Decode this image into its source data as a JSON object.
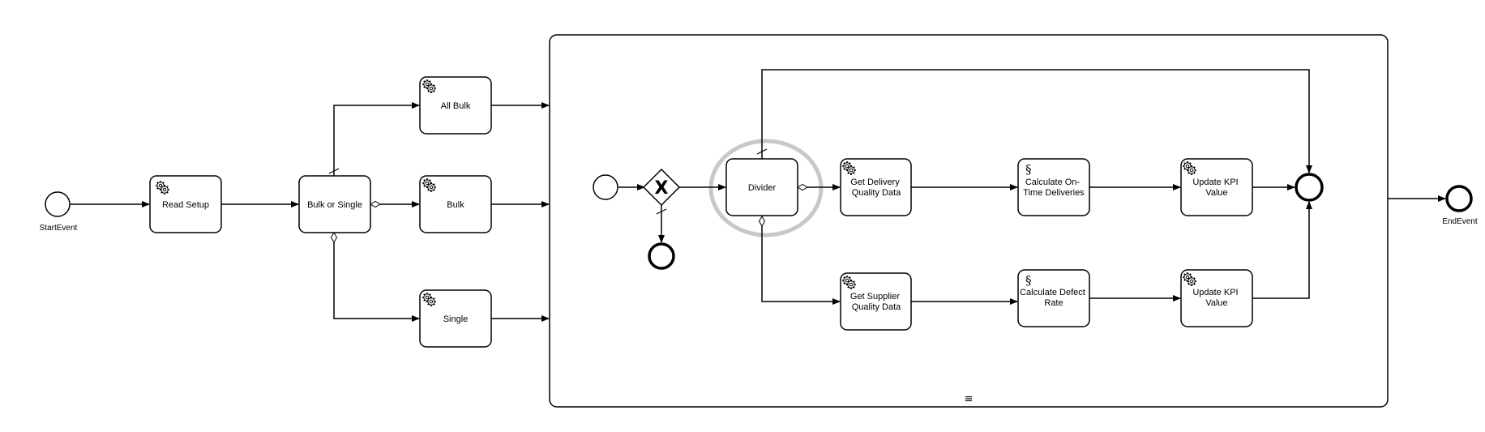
{
  "diagram": {
    "start_event": {
      "label": "StartEvent"
    },
    "end_event": {
      "label": "EndEvent"
    },
    "tasks": {
      "read_setup": {
        "label": "Read Setup",
        "icon": "gear-icon"
      },
      "bulk_or_single": {
        "label": "Bulk or Single"
      },
      "all_bulk": {
        "label": "All Bulk",
        "icon": "gear-icon"
      },
      "bulk": {
        "label": "Bulk",
        "icon": "gear-icon"
      },
      "single": {
        "label": "Single",
        "icon": "gear-icon"
      },
      "divider": {
        "label": "Divider"
      },
      "get_delivery_quality": {
        "label_lines": [
          "Get Delivery",
          "Quality Data"
        ],
        "icon": "gear-icon"
      },
      "calc_on_time": {
        "label_lines": [
          "Calculate On-",
          "Time Deliveries"
        ],
        "icon": "script-icon"
      },
      "update_kpi_1": {
        "label_lines": [
          "Update KPI",
          "Value"
        ],
        "icon": "gear-icon"
      },
      "get_supplier_quality": {
        "label_lines": [
          "Get Supplier",
          "Quality Data"
        ],
        "icon": "gear-icon"
      },
      "calc_defect_rate": {
        "label_lines": [
          "Calculate Defect",
          "Rate"
        ],
        "icon": "script-icon"
      },
      "update_kpi_2": {
        "label_lines": [
          "Update KPI",
          "Value"
        ],
        "icon": "gear-icon"
      }
    },
    "subprocess": {
      "marker": "≡",
      "marker_icon": "multi-instance-icon"
    },
    "gateway": {
      "type": "exclusive",
      "marker": "X"
    },
    "colors": {
      "stroke": "#000000",
      "fill": "#ffffff",
      "highlight": "#c8c8c8"
    }
  }
}
